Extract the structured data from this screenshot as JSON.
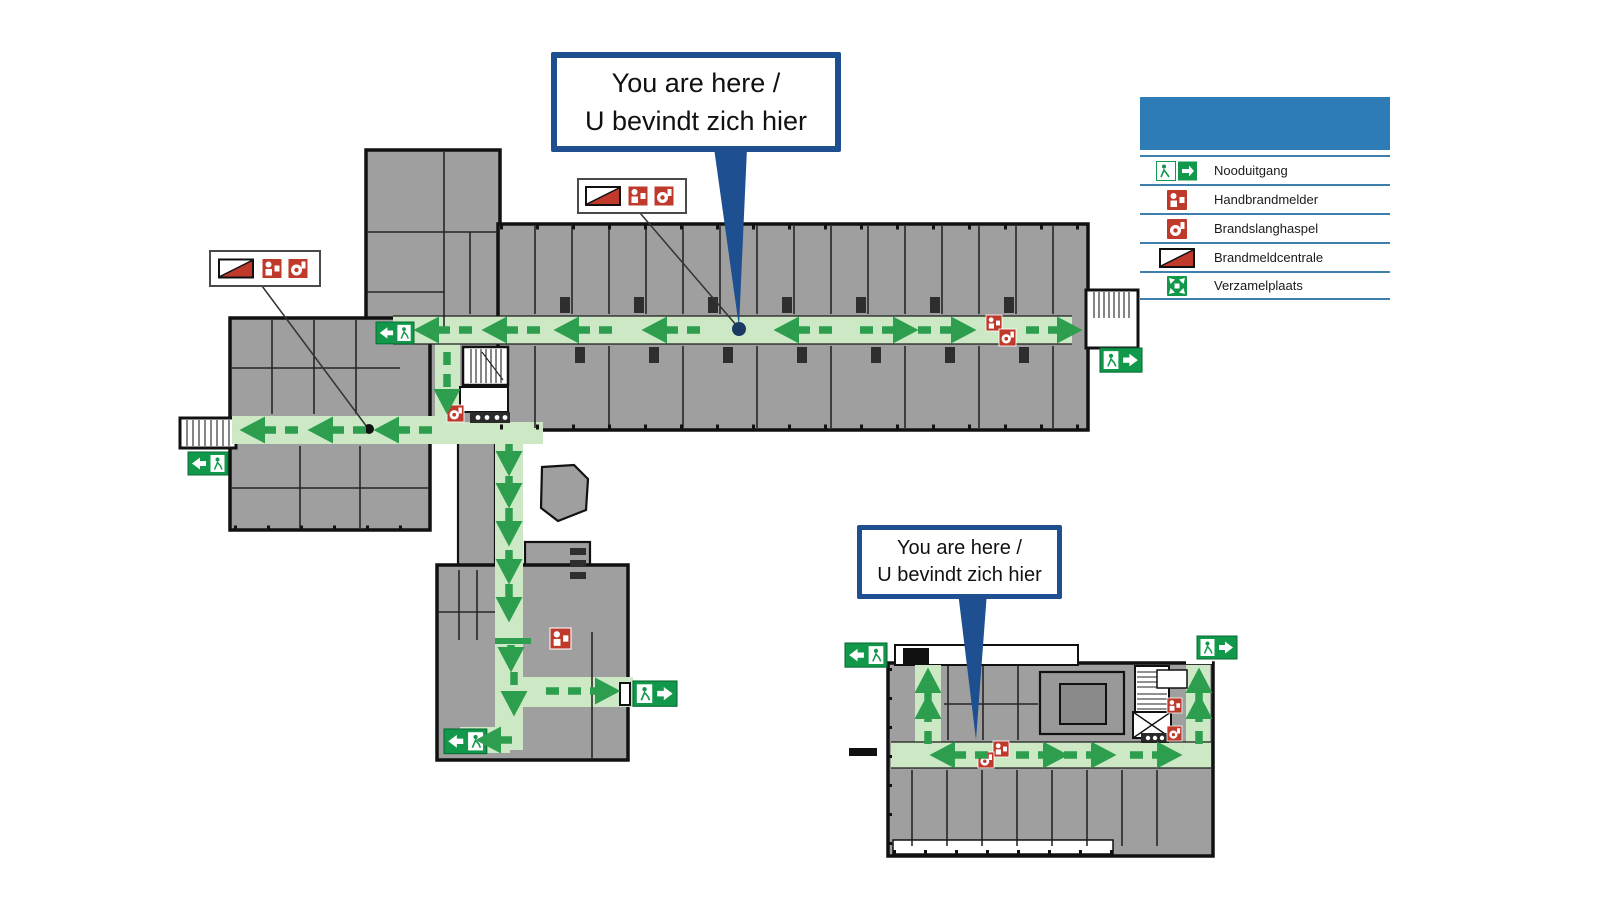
{
  "callouts": {
    "top": {
      "line1": "You are here /",
      "line2": "U bevindt zich hier"
    },
    "bottom": {
      "line1": "You are here /",
      "line2": "U bevindt zich hier"
    }
  },
  "legend": {
    "items": [
      {
        "icon": "emergency-exit-icon",
        "label": "Nooduitgang"
      },
      {
        "icon": "manual-fire-alarm-icon",
        "label": "Handbrandmelder"
      },
      {
        "icon": "fire-hose-reel-icon",
        "label": "Brandslanghaspel"
      },
      {
        "icon": "fire-alarm-panel-icon",
        "label": "Brandmeldcentrale"
      },
      {
        "icon": "assembly-point-icon",
        "label": "Verzamelplaats"
      }
    ]
  },
  "colors": {
    "legend_header_blue": "#2e7cb6",
    "legend_line_blue": "#3f7fae",
    "callout_border_blue": "#1d4f91",
    "route_arrow_green": "#2d9e4e",
    "corridor_green": "#cde8c4",
    "safety_red": "#bf3a2b",
    "exit_sign_green": "#11984a",
    "room_gray": "#9f9f9f",
    "wall_black": "#111111"
  }
}
